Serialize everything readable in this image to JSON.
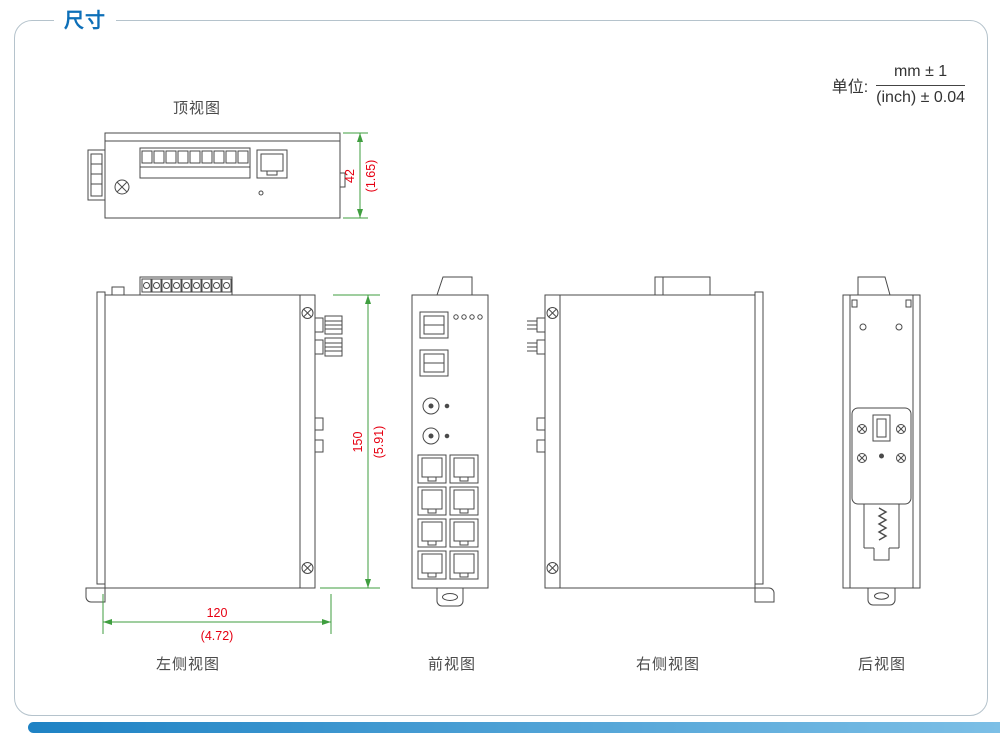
{
  "page": {
    "section_title": "尺寸",
    "unit": {
      "label": "单位:",
      "numerator": "mm ± 1",
      "denominator": "(inch) ± 0.04"
    }
  },
  "views": {
    "top": {
      "label": "顶视图"
    },
    "left_side": {
      "label": "左侧视图"
    },
    "front": {
      "label": "前视图"
    },
    "right_side": {
      "label": "右侧视图"
    },
    "rear": {
      "label": "后视图"
    }
  },
  "dimensions": {
    "top_height": {
      "mm": "42",
      "inch": "(1.65)"
    },
    "side_height": {
      "mm": "150",
      "inch": "(5.91)"
    },
    "side_width": {
      "mm": "120",
      "inch": "(4.72)"
    }
  },
  "colors": {
    "accent_blue": "#0d6fb8",
    "dimension_text_red": "#e60012",
    "dimension_line_green": "#3f9e3f",
    "drawing_line_gray": "#4a4a4a",
    "frame_border": "#b5c3cc",
    "footer_bar_blue": "#1e82c4"
  }
}
